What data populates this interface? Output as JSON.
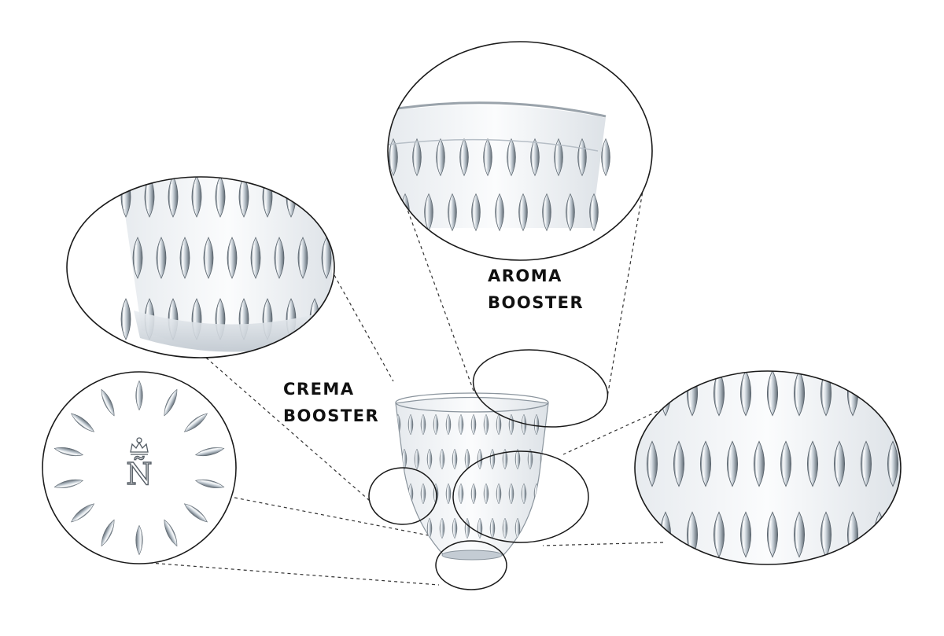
{
  "labels": {
    "aroma": [
      "AROMA",
      "BOOSTER"
    ],
    "crema": [
      "CREMA",
      "BOOSTER"
    ]
  },
  "logo": {
    "letter": "Ñ"
  },
  "colors": {
    "background": "#ffffff",
    "text": "#111111",
    "outline": "#1a1a1a",
    "dashed": "#333333",
    "glass_light": "#f4f6f8",
    "glass_mid": "#c9d0d8",
    "glass_dark": "#7d8892"
  },
  "callouts": [
    {
      "id": "aroma-rim",
      "name": "aroma-booster-rim-detail"
    },
    {
      "id": "crema-base",
      "name": "crema-booster-base-detail"
    },
    {
      "id": "logo-bottom",
      "name": "logo-bottom-detail"
    },
    {
      "id": "facet-side",
      "name": "facet-side-detail"
    }
  ]
}
